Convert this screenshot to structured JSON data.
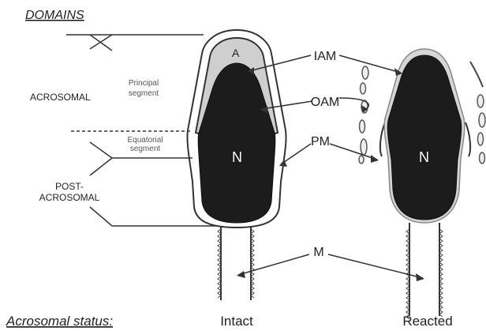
{
  "header": {
    "domains_title": "DOMAINS"
  },
  "domains": {
    "acrosomal": "ACROSOMAL",
    "principal_segment_line1": "Principal",
    "principal_segment_line2": "segment",
    "equatorial_segment_line1": "Equatorial",
    "equatorial_segment_line2": "segment",
    "post_acrosomal_line1": "POST-",
    "post_acrosomal_line2": "ACROSOMAL"
  },
  "structures": {
    "acrosome": "A",
    "nucleus_intact": "N",
    "nucleus_reacted": "N",
    "iam": "IAM",
    "oam": "OAM",
    "pm": "PM",
    "m": "M"
  },
  "footer": {
    "status_label": "Acrosomal status:",
    "intact": "Intact",
    "reacted": "Reacted"
  },
  "colors": {
    "nucleus": "#1c1c1c",
    "acrosome": "#cfcfcf",
    "membrane": "#333333",
    "background": "#ffffff"
  }
}
